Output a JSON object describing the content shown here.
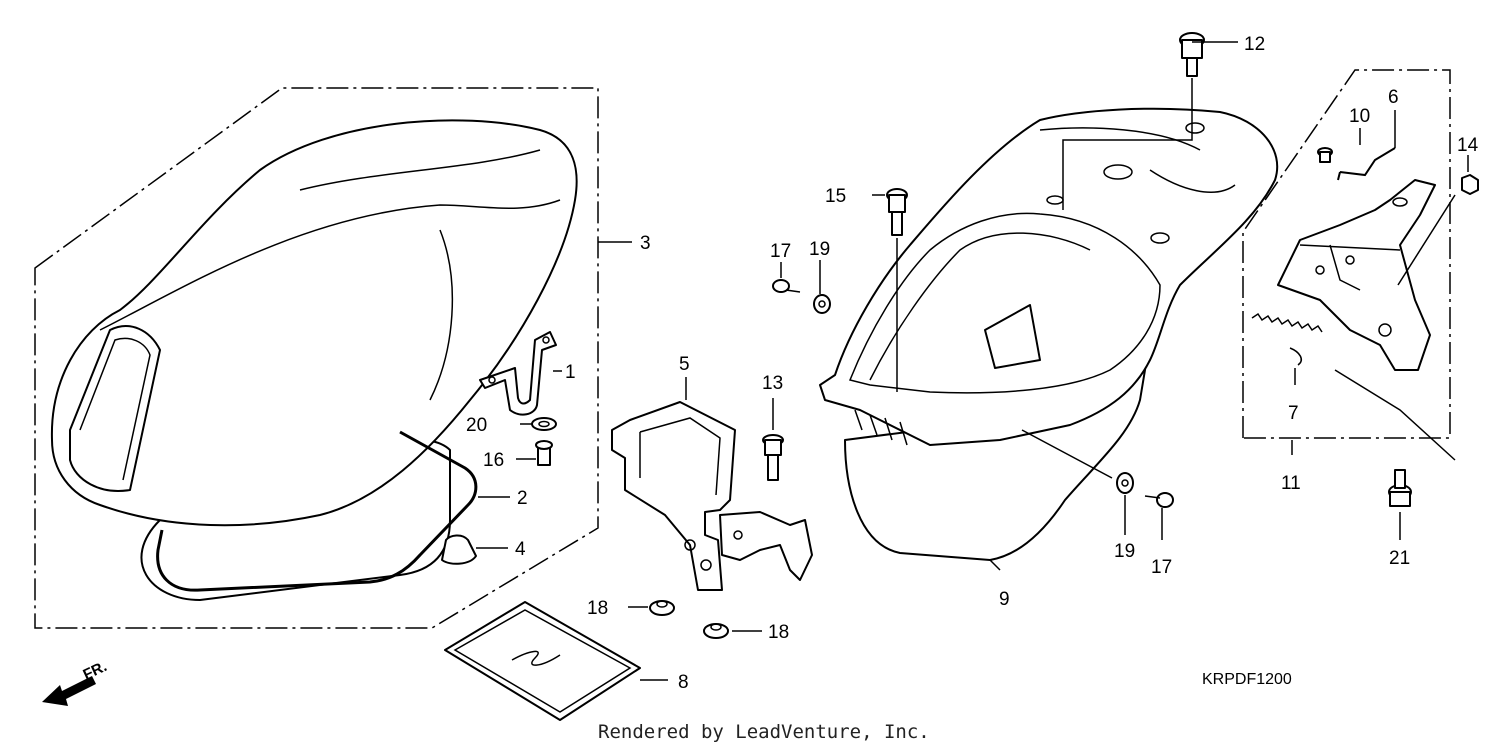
{
  "diagram": {
    "callouts": [
      "1",
      "2",
      "3",
      "4",
      "5",
      "6",
      "7",
      "8",
      "9",
      "10",
      "11",
      "12",
      "13",
      "14",
      "15",
      "16",
      "17",
      "18",
      "19",
      "20",
      "21"
    ],
    "extra_callouts": {
      "17b": "17",
      "18b": "18",
      "19b": "19"
    },
    "code": "KRPDF1200",
    "credit": "Rendered by LeadVenture, Inc.",
    "direction_label": "FR."
  }
}
